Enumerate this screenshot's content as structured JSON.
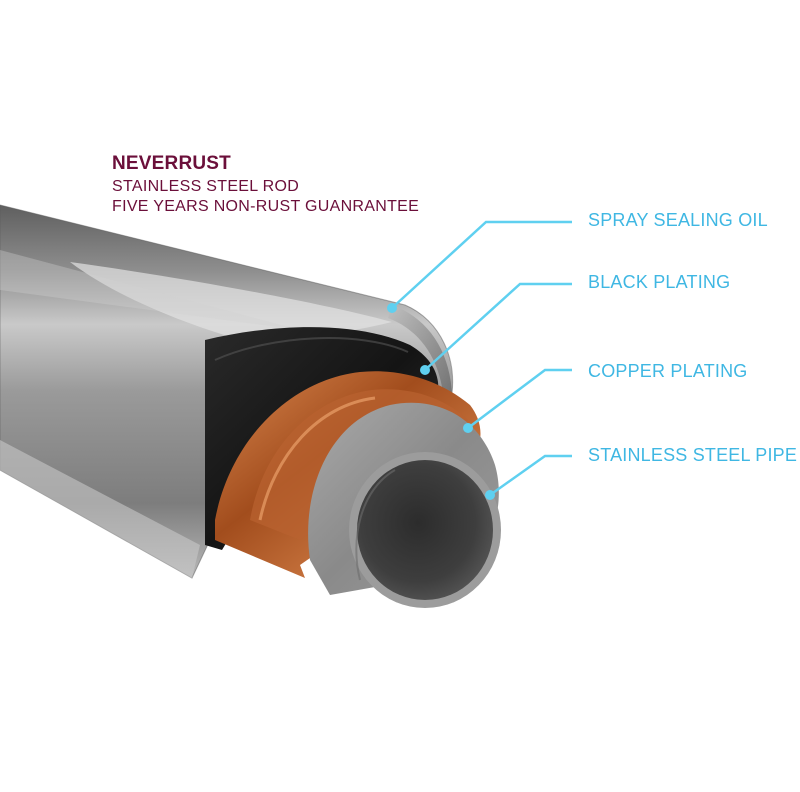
{
  "header": {
    "brand": "NEVERRUST",
    "line1": "STAINLESS STEEL ROD",
    "line2": "FIVE YEARS NON-RUST GUANRANTEE"
  },
  "callouts": [
    {
      "label": "SPRAY SEALING OIL",
      "layer": "outer grey coating"
    },
    {
      "label": "BLACK PLATING",
      "layer": "black layer"
    },
    {
      "label": "COPPER PLATING",
      "layer": "copper layer"
    },
    {
      "label": "STAINLESS STEEL PIPE",
      "layer": "inner pipe"
    }
  ],
  "colors": {
    "brand": "#6b0f3a",
    "callout": "#3fb7e3",
    "coating": "#8a8a8a",
    "black_plating": "#1e1e1e",
    "copper_plating": "#b25a25",
    "steel_pipe": "#8e8e8e"
  }
}
